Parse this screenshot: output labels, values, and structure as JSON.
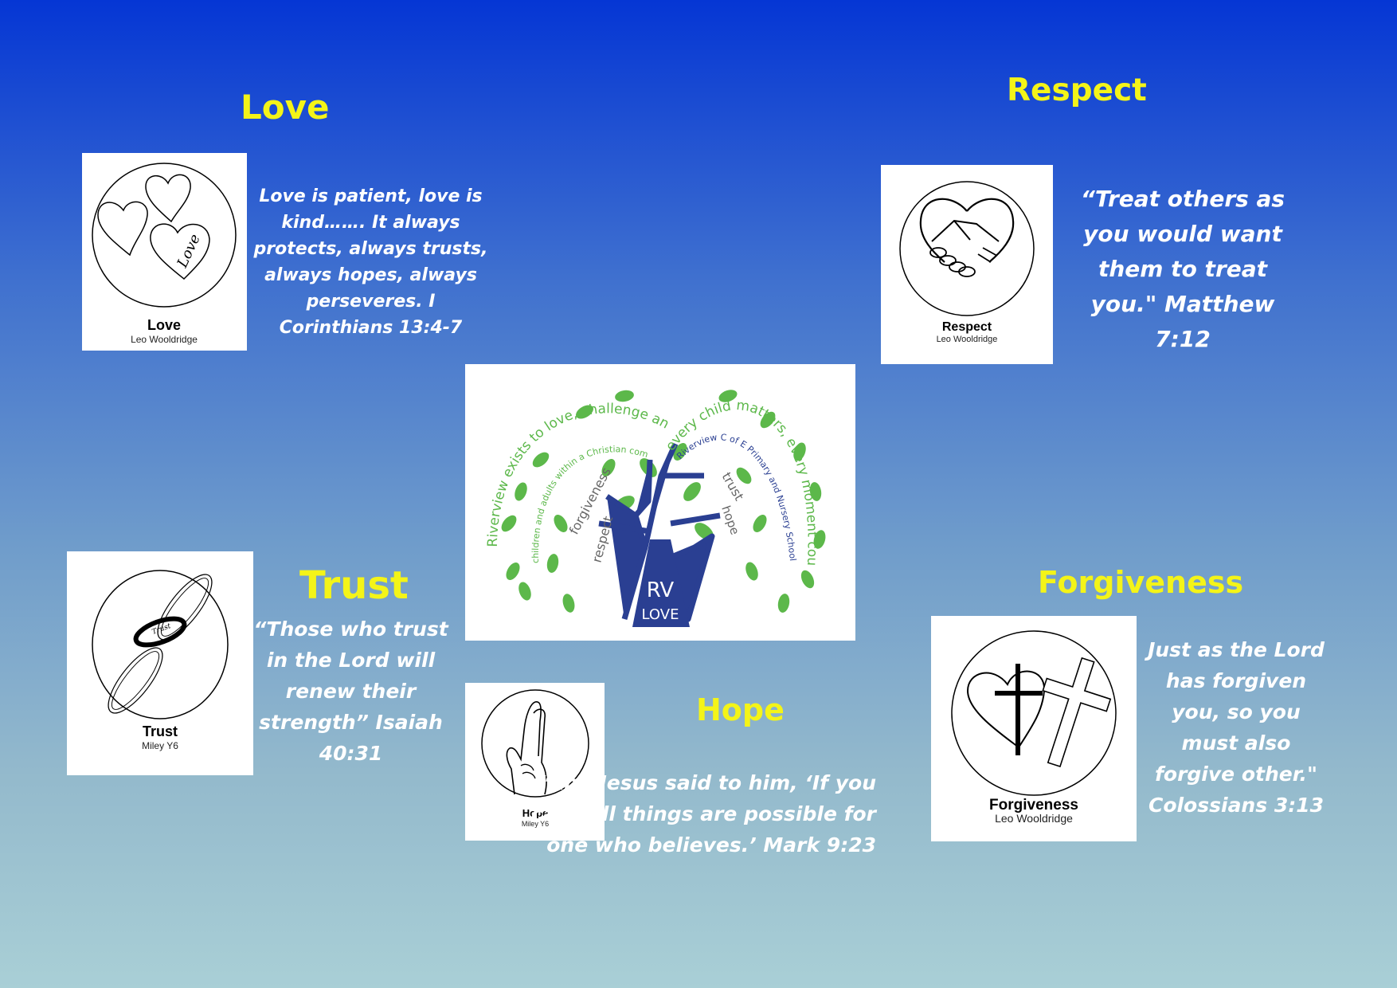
{
  "love": {
    "heading": "Love",
    "quote": "Love is patient, love is kind……. It always protects, always trusts, always hopes, always perseveres. I Corinthians 13:4-7",
    "card_title": "Love",
    "card_author": "Leo Wooldridge",
    "card_script": "Love"
  },
  "respect": {
    "heading": "Respect",
    "quote": "“Treat others as you would want them to treat you.\" Matthew 7:12",
    "card_title": "Respect",
    "card_author": "Leo Wooldridge"
  },
  "trust": {
    "heading": "Trust",
    "quote": "“Those who trust in the Lord will renew their strength” Isaiah 40:31",
    "card_title": "Trust",
    "card_author": "Miley Y6",
    "card_script": "Trust"
  },
  "hope": {
    "heading": "Hope",
    "quote": "“And Jesus said to him, ‘If you can! All things are possible for one who believes.’ Mark 9:23",
    "card_title": "Hope",
    "card_author": "Miley Y6"
  },
  "forgiveness": {
    "heading": "Forgiveness",
    "quote": "Just as the Lord has forgiven you, so you must also forgive other.\" Colossians 3:13",
    "card_title": "Forgiveness",
    "card_author": "Leo Wooldridge"
  },
  "tree": {
    "arc_left": "Riverview exists to love, challenge and inspire",
    "arc_left_inner": "children and adults within a Christian community",
    "arc_right": "every child matters, every moment counts",
    "arc_right_inner": "Riverview C of E Primary and Nursery School",
    "word_forgiveness": "forgiveness",
    "word_respect": "respect",
    "word_trust": "trust",
    "word_hope": "hope",
    "trunk_initials": "RV",
    "trunk_word": "LOVE"
  },
  "colors": {
    "heading": "#f4f418",
    "navy": "#2a3f92",
    "leaf": "#5cb84a"
  }
}
